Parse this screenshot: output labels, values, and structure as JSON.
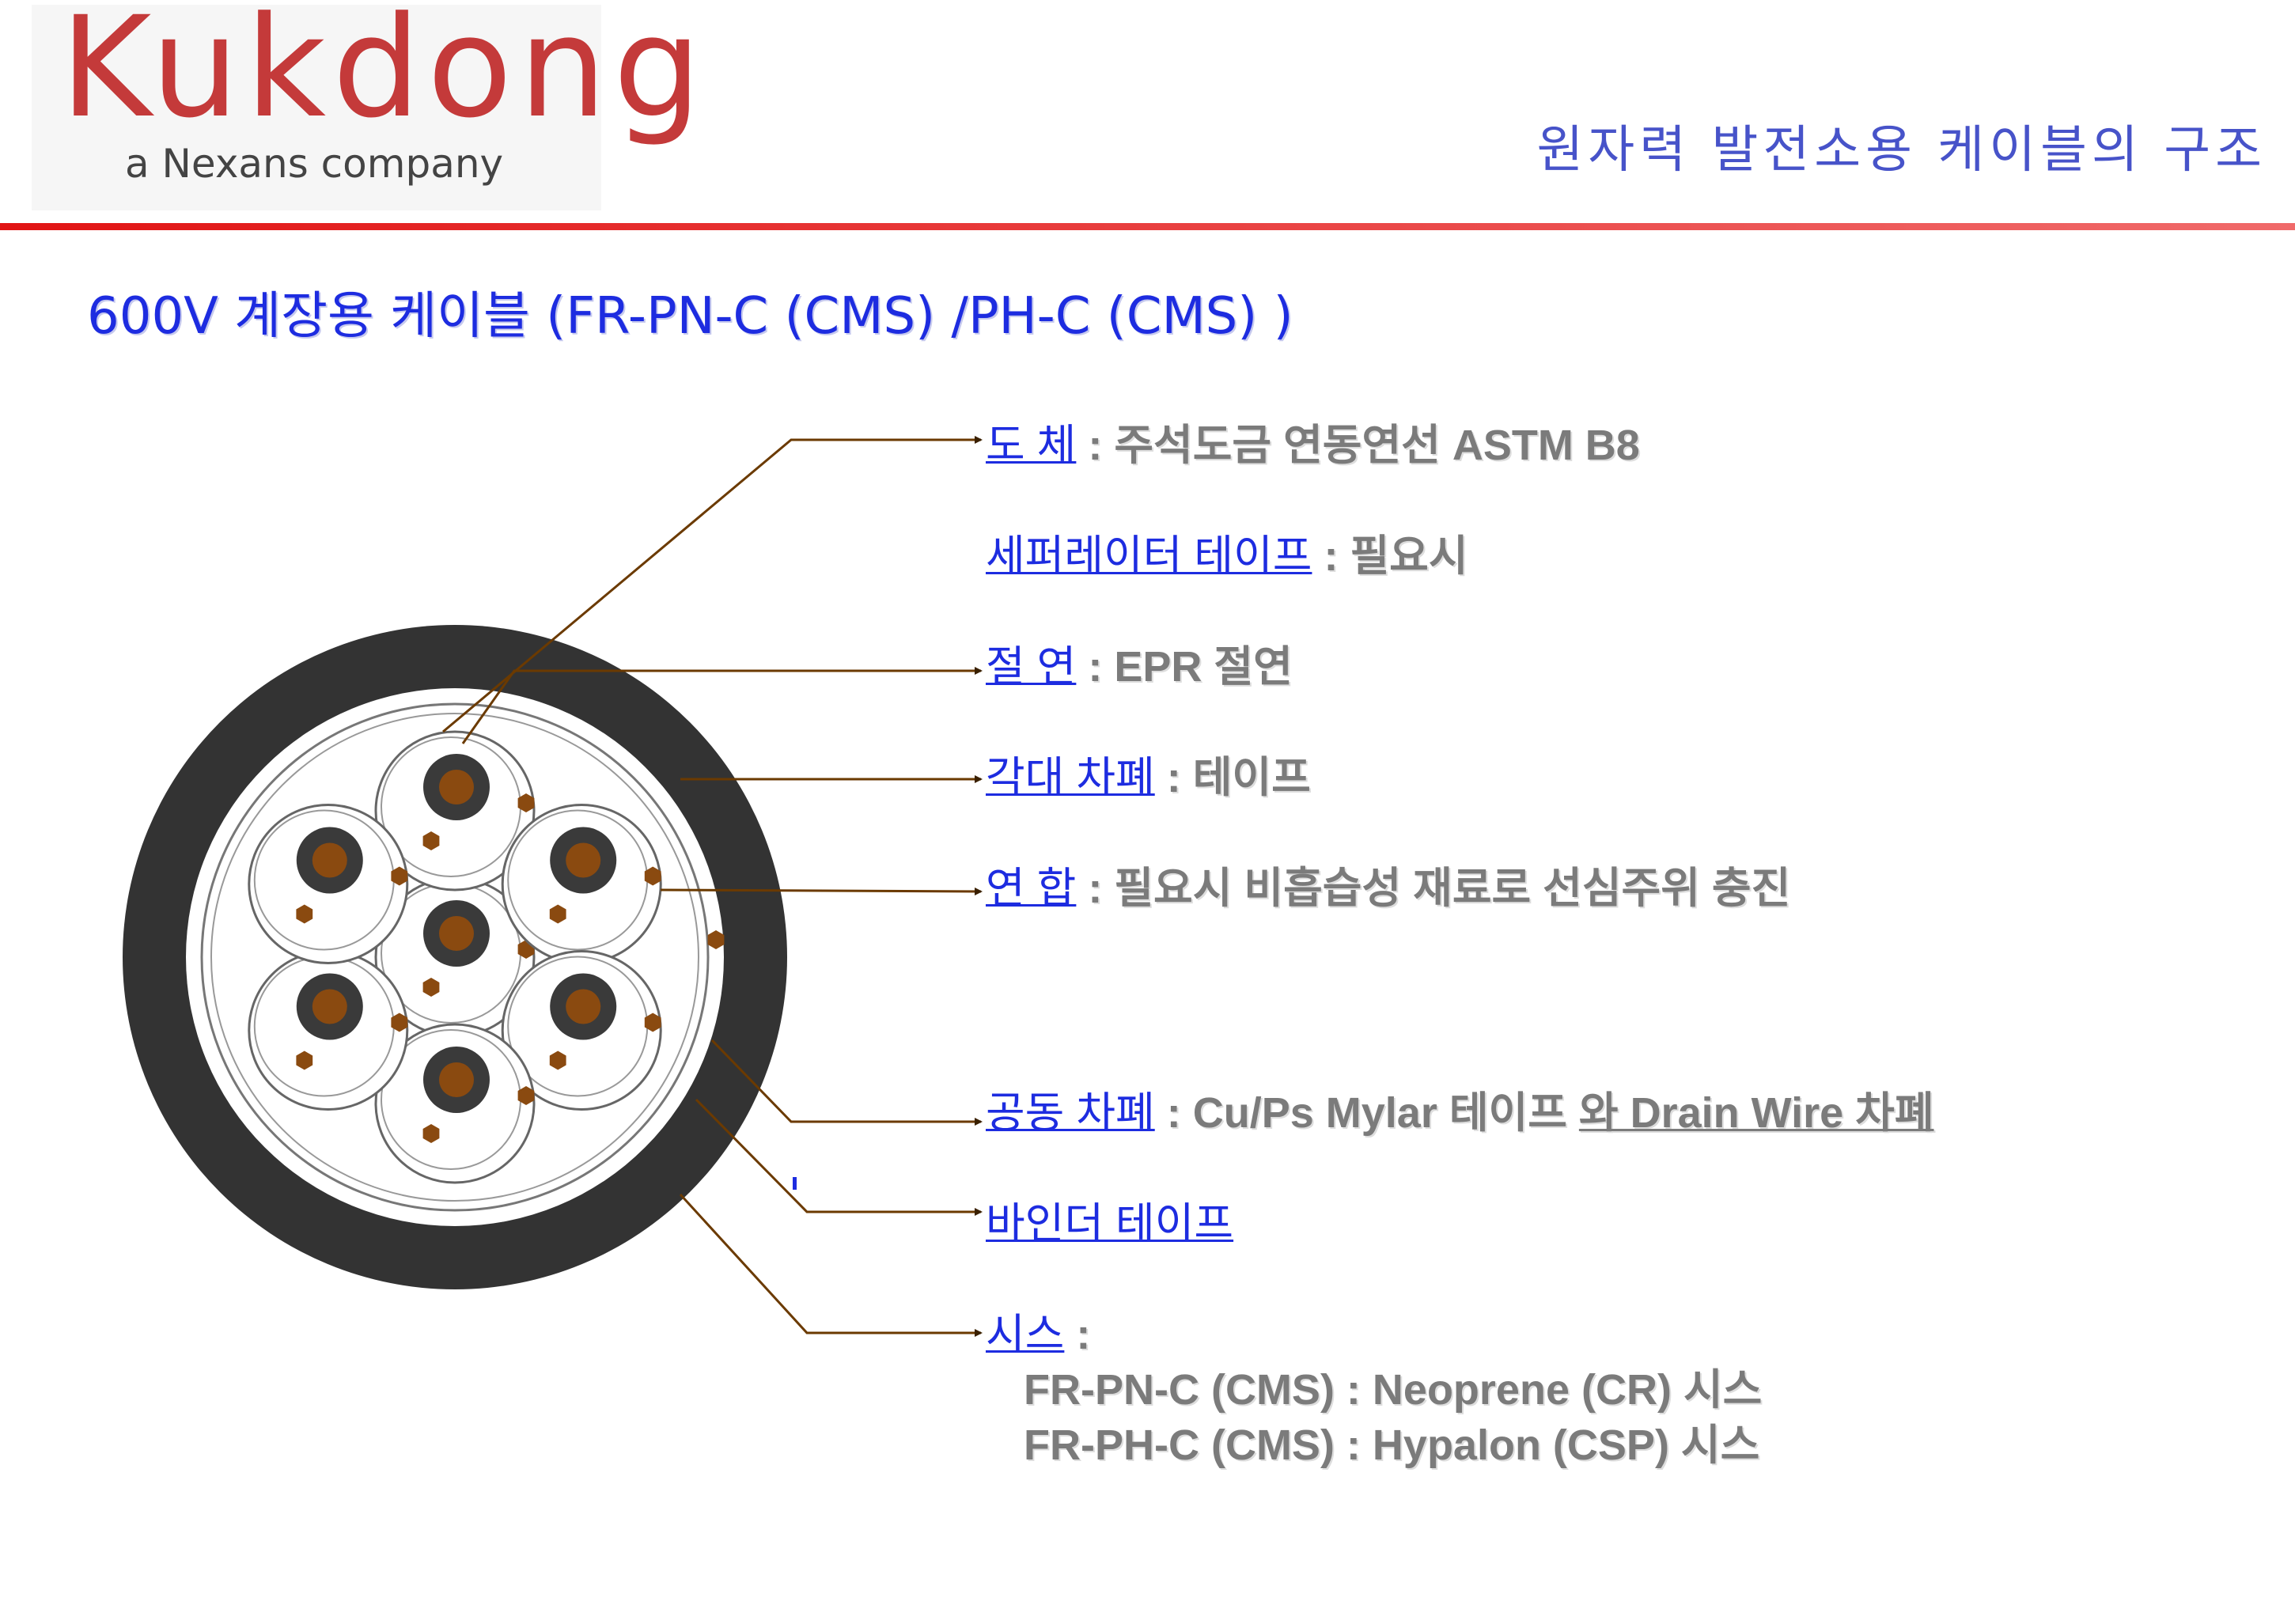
{
  "logo": {
    "name": "Kukdong",
    "tagline": "a Nexans company"
  },
  "header": {
    "title": "원자력 발전소용 케이블의 구조",
    "accent_color": "#e11414"
  },
  "page_title": "600V 계장용 케이블 (FR-PN-C (CMS) /PH-C (CMS) )",
  "callouts": [
    {
      "name": "도 체",
      "sep": " : ",
      "desc": "주석도금 연동연선 ASTM B8"
    },
    {
      "name": "세퍼레이터 테이프",
      "sep": " : ",
      "desc": "필요시"
    },
    {
      "name": "절 연",
      "sep": " : ",
      "desc": "EPR 절연"
    },
    {
      "name": "각대 차폐",
      "sep": " : ",
      "desc": "테이프"
    },
    {
      "name": "연 합",
      "sep": " : ",
      "desc": "필요시 비흡습성 재료로 선심주위 충진"
    },
    {
      "name": "공동 차폐",
      "sep": " : ",
      "desc": "Cu/Ps Mylar 테이프 ",
      "desc_ul": " 와 Drain Wire 차폐"
    },
    {
      "name": "바인더 테이프",
      "sep": "",
      "desc": ""
    },
    {
      "name": "시스",
      "sep": " :",
      "desc": ""
    }
  ],
  "sheath_types": [
    "FR-PN-C (CMS) : Neoprene (CR) 시스",
    "FR-PH-C (CMS) : Hypalon (CSP) 시스"
  ],
  "colors": {
    "label_blue": "#1d2ce0",
    "desc_gray": "#7b7b7b",
    "leader_brown": "#6b3a00",
    "jacket": "#333333",
    "conductor": "#8a4a10"
  }
}
